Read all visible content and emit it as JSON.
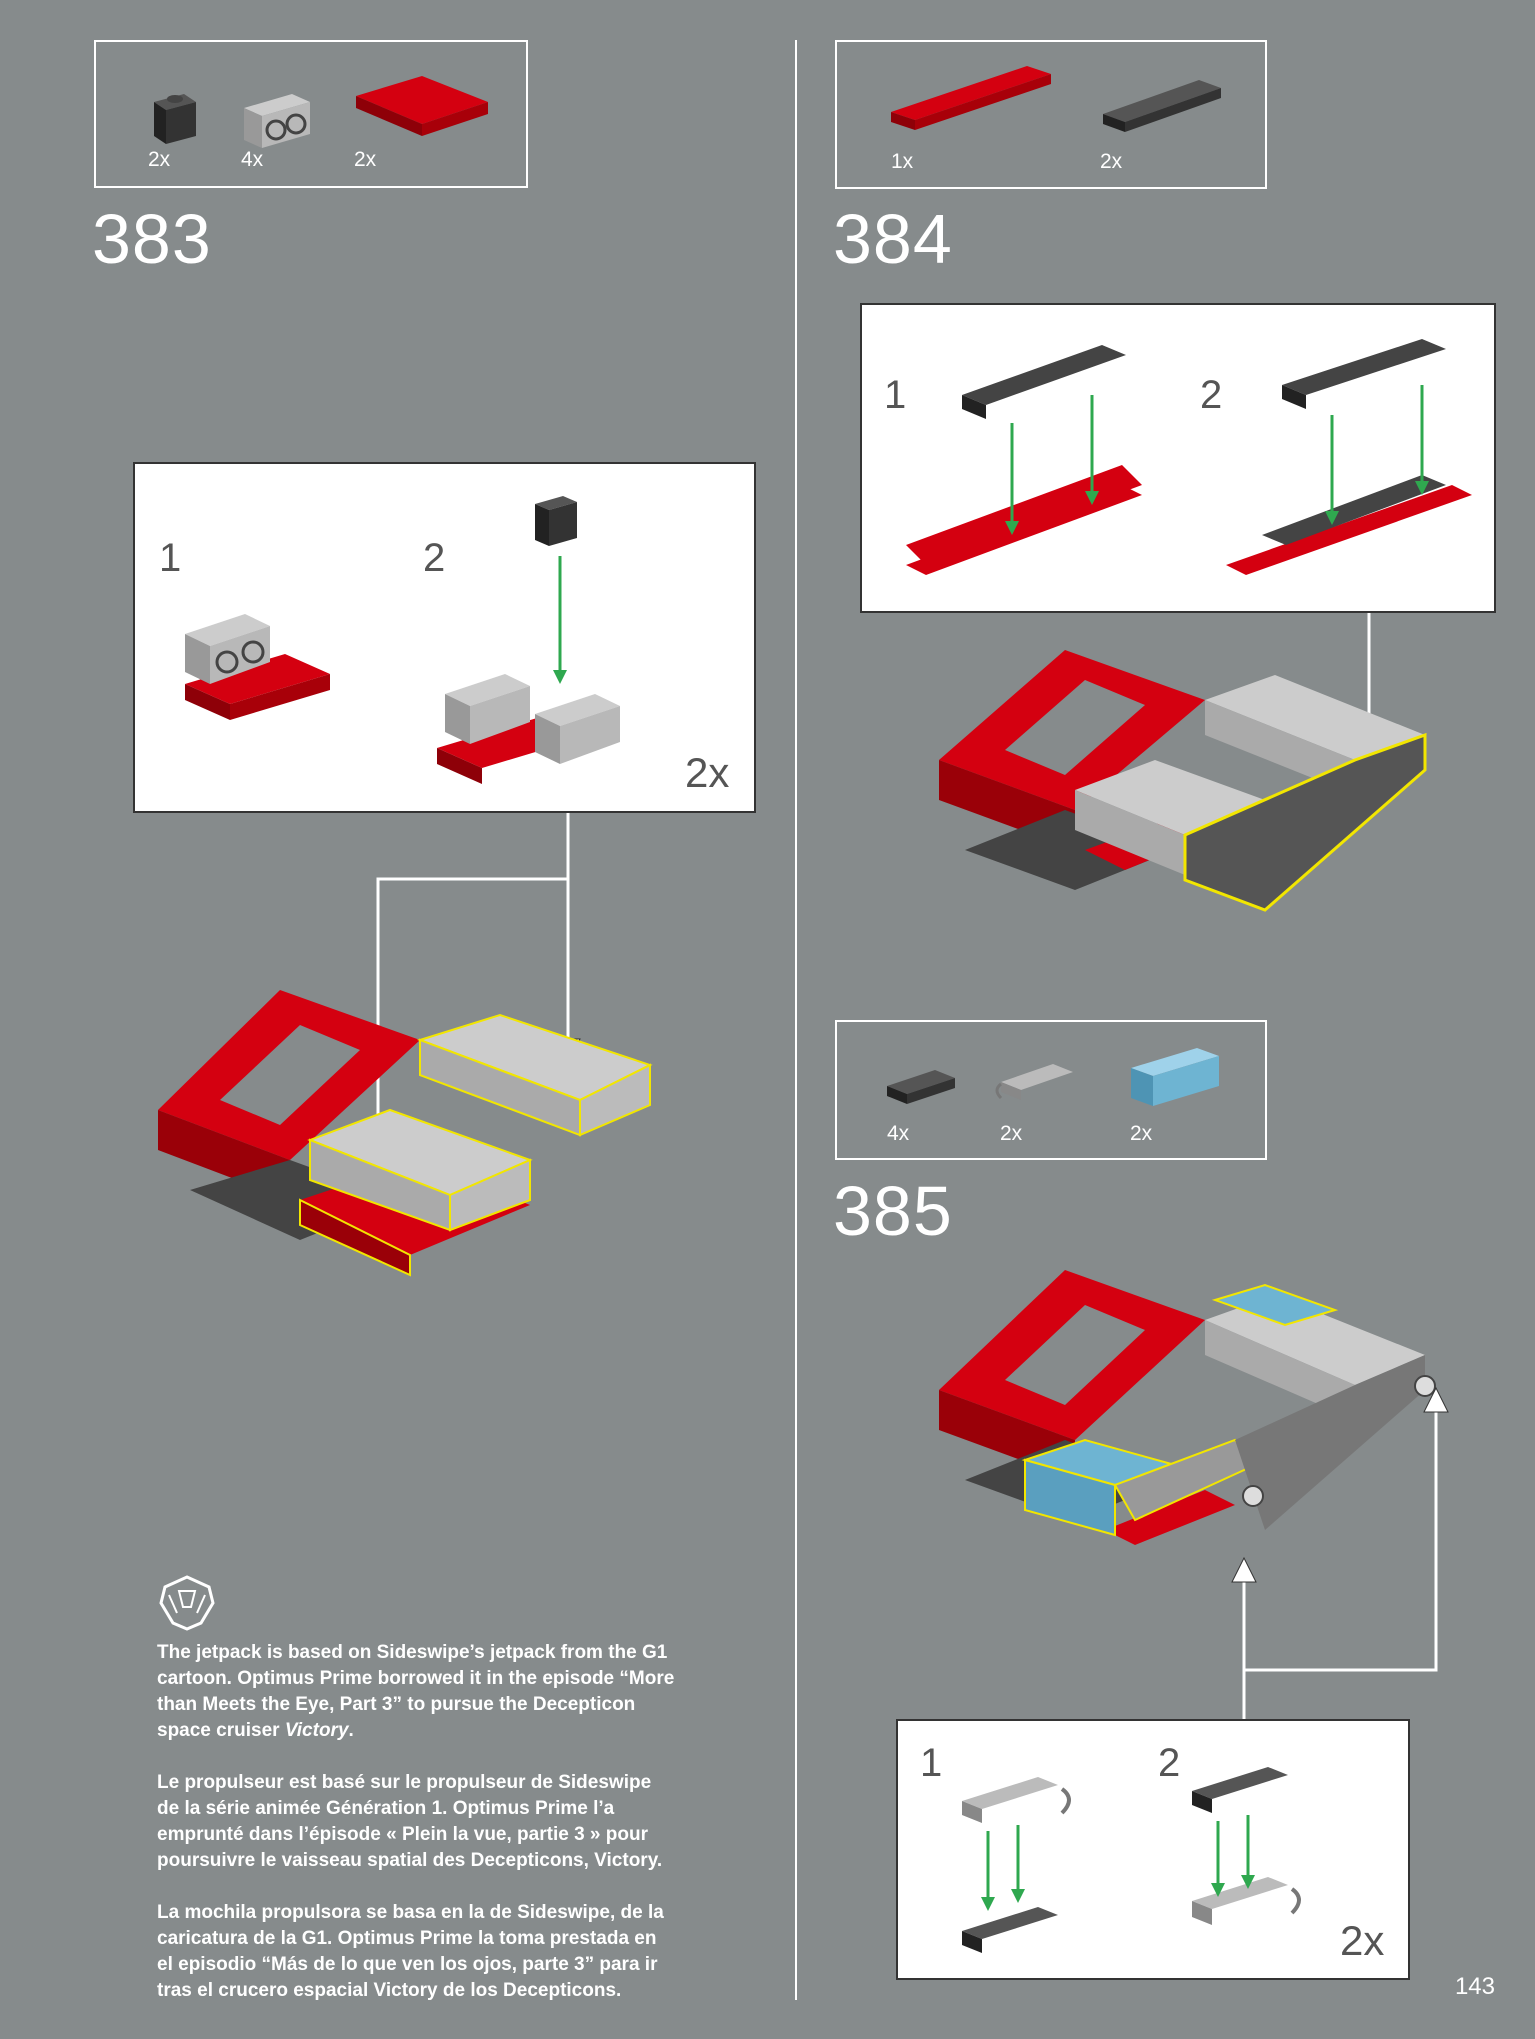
{
  "page_number": "143",
  "steps": [
    {
      "number": "383",
      "parts": [
        {
          "icon": "black-1x1-brick",
          "qty": "2x"
        },
        {
          "icon": "gray-1x2-technic-brick",
          "qty": "4x"
        },
        {
          "icon": "red-3x4-plate",
          "qty": "2x"
        }
      ],
      "sub": {
        "labels": [
          "1",
          "2"
        ],
        "mult": "2x"
      }
    },
    {
      "number": "384",
      "parts": [
        {
          "icon": "red-1x6-plate",
          "qty": "1x"
        },
        {
          "icon": "black-1x4-plate",
          "qty": "2x"
        }
      ],
      "sub": {
        "labels": [
          "1",
          "2"
        ]
      }
    },
    {
      "number": "385",
      "parts": [
        {
          "icon": "black-1x2-plate",
          "qty": "4x"
        },
        {
          "icon": "gray-clip-plate",
          "qty": "2x"
        },
        {
          "icon": "blue-1x3-brick",
          "qty": "2x"
        }
      ],
      "sub": {
        "labels": [
          "1",
          "2"
        ],
        "mult": "2x"
      }
    }
  ],
  "colors": {
    "background": "#868b8c",
    "red": "#c8000a",
    "black": "#333333",
    "gray": "#b2b2b2",
    "blue": "#6eb4d2",
    "arrow_green": "#2fa84f",
    "highlight": "#f2e600"
  },
  "info": {
    "logo_icon": "autobot-insignia-icon",
    "en_1": "The jetpack is based on Sideswipe’s jetpack from the G1 cartoon. Optimus Prime borrowed it in the episode “More than Meets the Eye, Part 3” to pursue the Decepticon space cruiser ",
    "en_italic": "Victory",
    "en_2": ".",
    "fr": "Le propulseur est basé sur le propulseur de Sideswipe de la série animée Génération 1. Optimus Prime l’a emprunté dans l’épisode « Plein la vue, partie 3 » pour poursuivre le vaisseau spatial des Decepticons, Victory.",
    "es": "La mochila propulsora se basa en la de Sideswipe, de la caricatura de la G1. Optimus Prime la toma prestada en el episodio “Más de lo que ven los ojos, parte 3” para ir tras el crucero espacial Victory de los Decepticons."
  }
}
